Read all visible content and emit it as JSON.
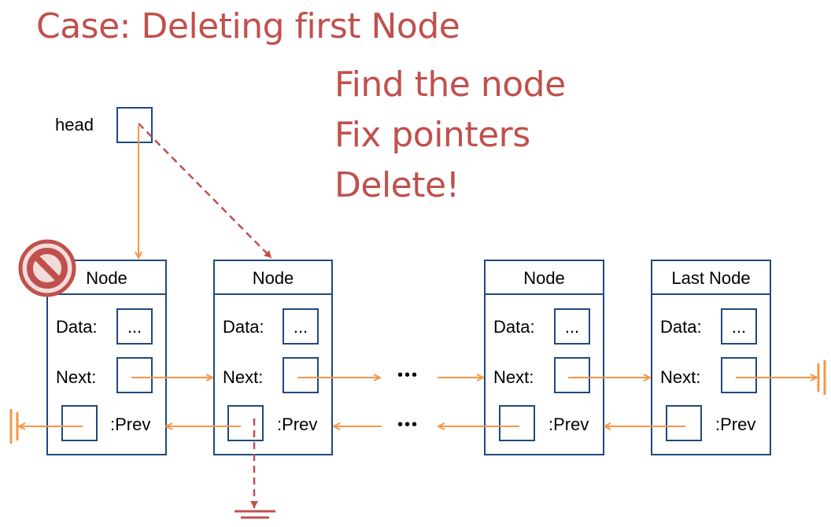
{
  "title": "Case: Deleting first Node",
  "steps": [
    "Find the node",
    "Fix pointers",
    "Delete!"
  ],
  "head_label": "head",
  "nodes": [
    {
      "header": "Node",
      "data_label": "Data:",
      "data_value": "...",
      "next_label": "Next:",
      "prev_label": ":Prev"
    },
    {
      "header": "Node",
      "data_label": "Data:",
      "data_value": "...",
      "next_label": "Next:",
      "prev_label": ":Prev"
    },
    {
      "header": "Node",
      "data_label": "Data:",
      "data_value": "...",
      "next_label": "Next:",
      "prev_label": ":Prev"
    },
    {
      "header": "Last Node",
      "data_label": "Data:",
      "data_value": "...",
      "next_label": "Next:",
      "prev_label": ":Prev"
    }
  ],
  "ellipsis": "•••",
  "colors": {
    "title": "#c0504d",
    "box": "#1f497d",
    "arrow": "#f79646",
    "dashed": "#c0504d"
  },
  "icons": [
    "prohibited-icon",
    "ground-icon"
  ]
}
